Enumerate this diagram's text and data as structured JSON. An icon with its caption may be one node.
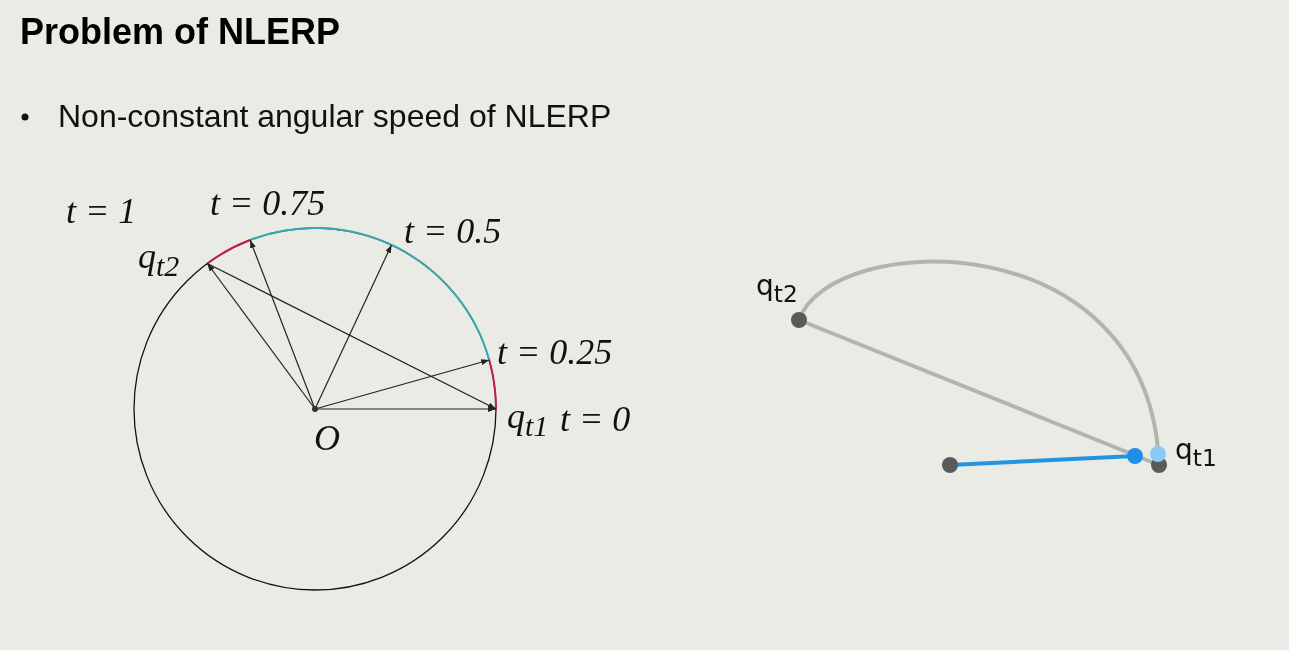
{
  "diagram": {
    "title": "Problem of NLERP",
    "labels": [
      "Non-constant angular speed of NLERP",
      "t = 1",
      "t = 0.75",
      "t = 0.5",
      "q$_{t2}$",
      "t = 0.25",
      "q$_{t1}$",
      "t = 0",
      "O",
      "q$_{t2}$",
      "q$_{t1}$"
    ]
  }
}
